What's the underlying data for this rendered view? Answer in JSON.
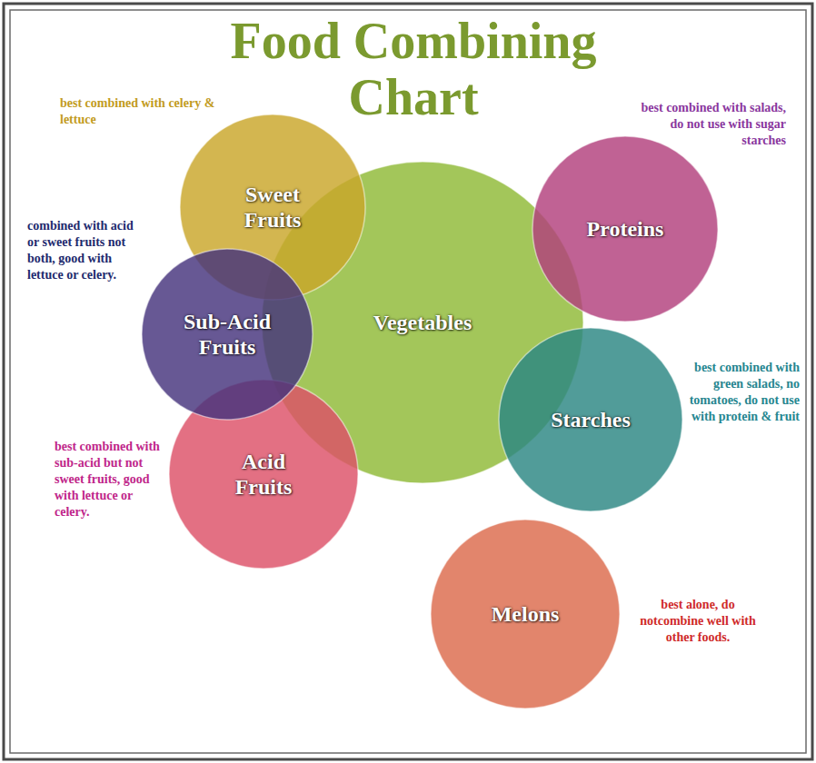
{
  "diagram": {
    "title": "Food Combining Chart",
    "nodes": [
      {
        "text": [
          "Sweet Fruits"
        ]
      },
      {
        "text": [
          "Proteins"
        ]
      },
      {
        "text": [
          "Vegetables"
        ]
      },
      {
        "text": [
          "Sub-Acid Fruits"
        ]
      },
      {
        "text": [
          "Starches"
        ]
      },
      {
        "text": [
          "Acid Fruits"
        ]
      },
      {
        "text": [
          "Melons"
        ]
      }
    ],
    "labels": [
      "best combined with celery & lettuce",
      "best combined with salads, do not use with sugar starches",
      "combined with acid or sweet fruits not both, good with lettuce or celery.",
      "best combined with green salads, no tomatoes, do not use with protein & fruit",
      "best combined with sub-acid but not sweet fruits, good with lettuce or celery.",
      "best alone, do notcombine well with other foods."
    ]
  }
}
